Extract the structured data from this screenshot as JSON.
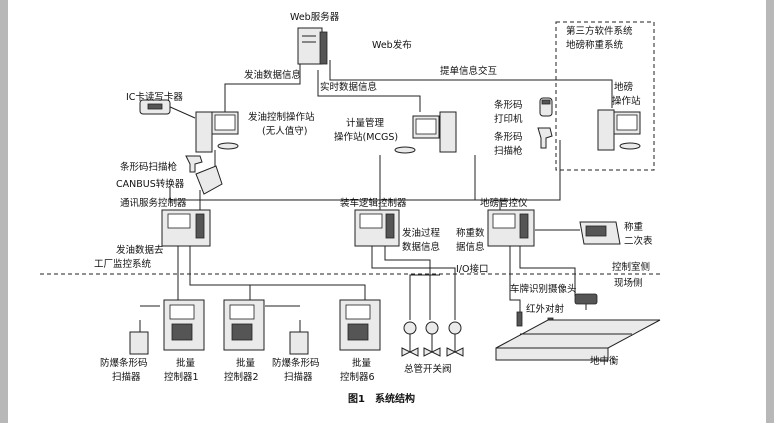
{
  "labels": {
    "web_server": "Web服务器",
    "web_publish": "Web发布",
    "third_party_line1": "第三方软件系统",
    "third_party_line2": "地磅称重系统",
    "refuel_data_info": "发油数据信息",
    "lading_info_exchange": "提单信息交互",
    "realtime_data_info": "实时数据信息",
    "ic_card_reader": "IC卡读写卡器",
    "refuel_station_line1": "发油控制操作站",
    "refuel_station_line2": "(无人值守)",
    "mgmt_station_line1": "计量管理",
    "mgmt_station_line2": "操作站(MCGS)",
    "weigh_station_line1": "地磅",
    "weigh_station_line2": "操作站",
    "barcode_printer_line1": "条形码",
    "barcode_printer_line2": "打印机",
    "barcode_gun_right_line1": "条形码",
    "barcode_gun_right_line2": "扫描枪",
    "barcode_gun_left": "条形码扫描枪",
    "canbus_converter": "CANBUS转换器",
    "comm_controller": "通讯服务控制器",
    "loading_controller": "装车逻辑控制器",
    "weigh_controller": "地磅管控仪",
    "refuel_data_to_line1": "发油数据去",
    "refuel_data_to_line2": "工厂监控系统",
    "refuel_process_line1": "发油过程",
    "refuel_process_line2": "数据信息",
    "weigh_data_line1": "称重数",
    "weigh_data_line2": "据信息",
    "weigh_secondary_line1": "称重",
    "weigh_secondary_line2": "二次表",
    "control_room_side": "控制室侧",
    "field_side": "现场侧",
    "io_interface": "I/O接口",
    "plate_camera": "车牌识别摄像头",
    "infrared": "红外对射",
    "explosion_scanner_1_line1": "防爆条形码",
    "explosion_scanner_1_line2": "扫描器",
    "batch_ctrl_1_line1": "批量",
    "batch_ctrl_1_line2": "控制器1",
    "batch_ctrl_2_line1": "批量",
    "batch_ctrl_2_line2": "控制器2",
    "explosion_scanner_2_line1": "防爆条形码",
    "explosion_scanner_2_line2": "扫描器",
    "batch_ctrl_6_line1": "批量",
    "batch_ctrl_6_line2": "控制器6",
    "main_valve": "总管开关阀",
    "weighbridge": "地中衡",
    "caption": "图1　系统结构"
  }
}
